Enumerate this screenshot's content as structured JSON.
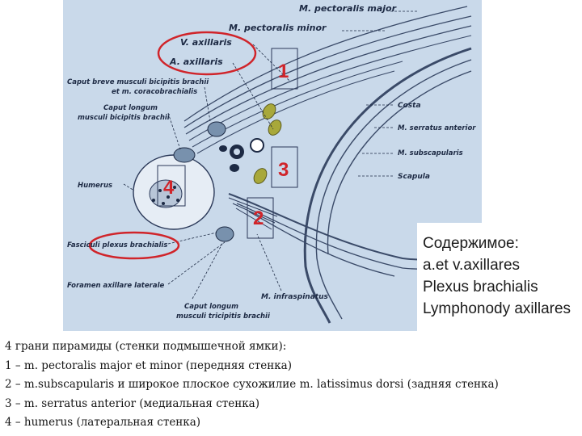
{
  "labels": {
    "pect_major": "M. pectoralis major",
    "pect_minor": "M. pectoralis minor",
    "v_axillaris": "V. axillaris",
    "a_axillaris": "A. axillaris",
    "caput_breve_1": "Caput breve musculi bicipitis brachii",
    "caput_breve_2": "et m. coracobrachialis",
    "caput_longum_1": "Caput longum",
    "caput_longum_2": "musculi bicipitis brachii",
    "humerus": "Humerus",
    "fasciculi": "Fasciculi plexus brachialis",
    "foramen": "Foramen axillare laterale",
    "tri_1": "Caput longum",
    "tri_2": "musculi tricipitis brachii",
    "infraspinatus": "M. infraspinatus",
    "costa": "Costa",
    "serratus": "M. serratus anterior",
    "subscapularis": "M. subscapularis",
    "scapula": "Scapula"
  },
  "numbers": {
    "n1": "1",
    "n2": "2",
    "n3": "3",
    "n4": "4"
  },
  "content_box": {
    "title": "Содержимое:",
    "items": [
      "a.et v.axillares",
      "Plexus brachialis",
      "Lymphonody axillares"
    ]
  },
  "caption": [
    "4 грани пирамиды (стенки подмышечной ямки):",
    "1 – m. pectoralis major et minor (передняя стенка)",
    "2 – m.subscapularis и широкое плоское сухожилие m. latissimus dorsi (задняя стенка)",
    "3 – m. serratus anterior (медиальная стенка)",
    "4 – humerus (латеральная стенка)"
  ],
  "colors": {
    "background": "#c9d9ea",
    "ink": "#1d2a44",
    "highlight": "#d0242a",
    "olive": "#a8a83a"
  }
}
